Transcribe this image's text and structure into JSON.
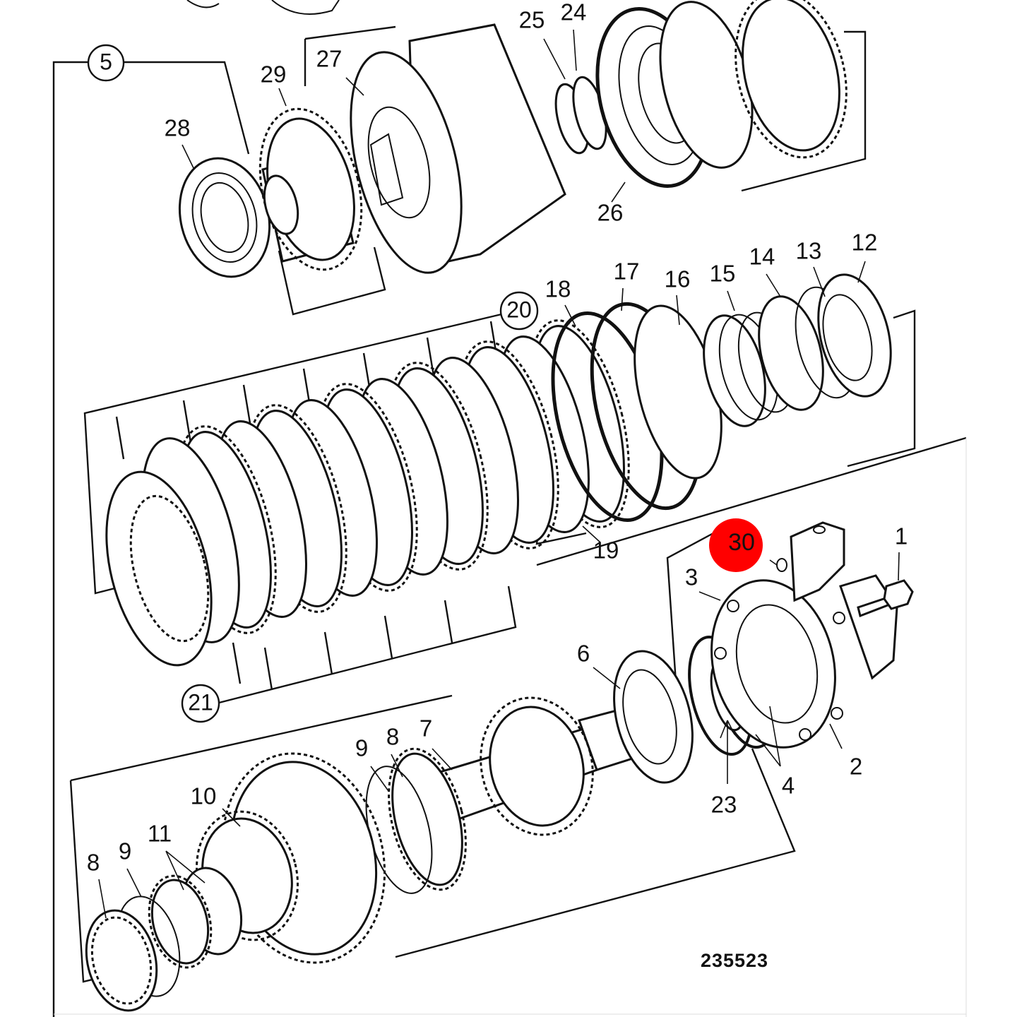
{
  "diagram": {
    "reference_number": "235523",
    "highlight_color": "#ff0000",
    "line_color": "#111111",
    "background_color": "#ffffff",
    "callouts": {
      "c1": "1",
      "c2": "2",
      "c3": "3",
      "c4": "4",
      "c5": "5",
      "c6": "6",
      "c7": "7",
      "c8a": "8",
      "c8b": "8",
      "c9a": "9",
      "c9b": "9",
      "c10": "10",
      "c11": "11",
      "c12": "12",
      "c13": "13",
      "c14": "14",
      "c15": "15",
      "c16": "16",
      "c17": "17",
      "c18": "18",
      "c19": "19",
      "c20": "20",
      "c21": "21",
      "c23": "23",
      "c24": "24",
      "c25": "25",
      "c26": "26",
      "c27": "27",
      "c28": "28",
      "c29": "29",
      "c30": "30"
    }
  }
}
